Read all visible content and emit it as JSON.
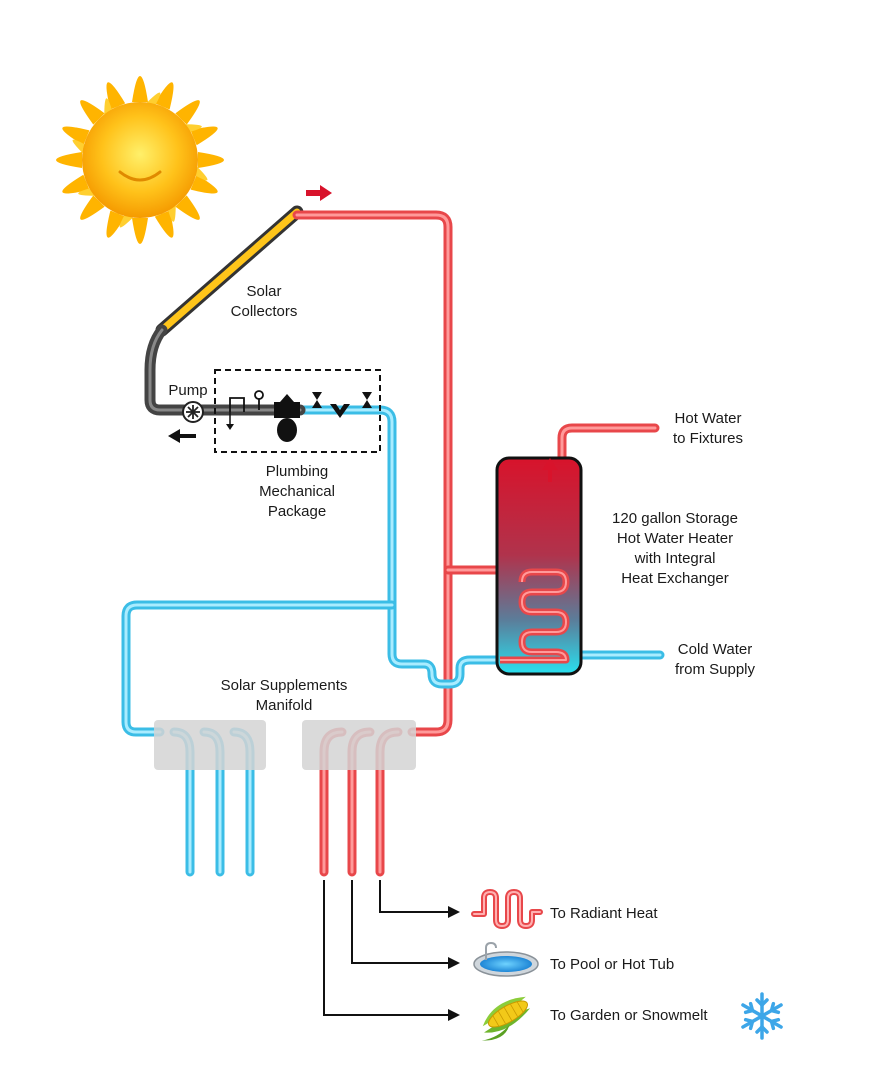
{
  "labels": {
    "solar_collectors": [
      "Solar",
      "Collectors"
    ],
    "pump": "Pump",
    "plumbing_package": [
      "Plumbing",
      "Mechanical",
      "Package"
    ],
    "hot_water_fixtures": [
      "Hot Water",
      "to Fixtures"
    ],
    "storage_heater": [
      "120 gallon Storage",
      "Hot Water Heater",
      "with Integral",
      "Heat Exchanger"
    ],
    "cold_water_supply": [
      "Cold Water",
      "from Supply"
    ],
    "manifold": [
      "Solar Supplements",
      "Manifold"
    ],
    "radiant_heat": "To Radiant Heat",
    "pool_hot_tub": "To Pool or Hot Tub",
    "garden_snowmelt": "To Garden or Snowmelt"
  },
  "icons": [
    "sun-icon",
    "radiant-coil-icon",
    "pool-icon",
    "corn-icon",
    "snowflake-icon"
  ],
  "colors": {
    "hot_pipe": "#e8474a",
    "cold_pipe": "#3bbde6",
    "sun": "#ffb400",
    "manifold": "#d4d4d4"
  }
}
